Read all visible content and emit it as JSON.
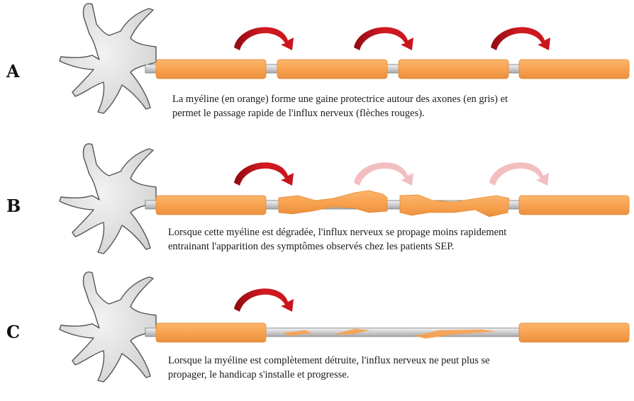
{
  "panels": [
    {
      "label": "A",
      "caption_lines": [
        "La myéline  (en orange) forme une gaine protectrice autour des axones (en gris) et",
        "permet le  passage rapide de l'influx  nerveux   (flèches rouges)."
      ]
    },
    {
      "label": "B",
      "caption_lines": [
        "Lorsque cette myéline  est dégradée, l'influx  nerveux se propage moins rapidement",
        "entrainant  l'apparition  des symptômes observés chez les patients  SEP."
      ]
    },
    {
      "label": "C",
      "caption_lines": [
        "Lorsque la myéline  est complètement détruite, l'influx  nerveux ne peut plus se",
        "propager, le handicap s'installe  et progresse."
      ]
    }
  ],
  "colors": {
    "myelin": "#f7a14f",
    "myelin_edge": "#e58a35",
    "axon": "#d3d3d3",
    "axon_edge": "#8e8e8e",
    "neuron": "#dddddd",
    "neuron_edge": "#555555",
    "arrow": "#c8151b",
    "arrow_faded": "#f0b8b8"
  }
}
